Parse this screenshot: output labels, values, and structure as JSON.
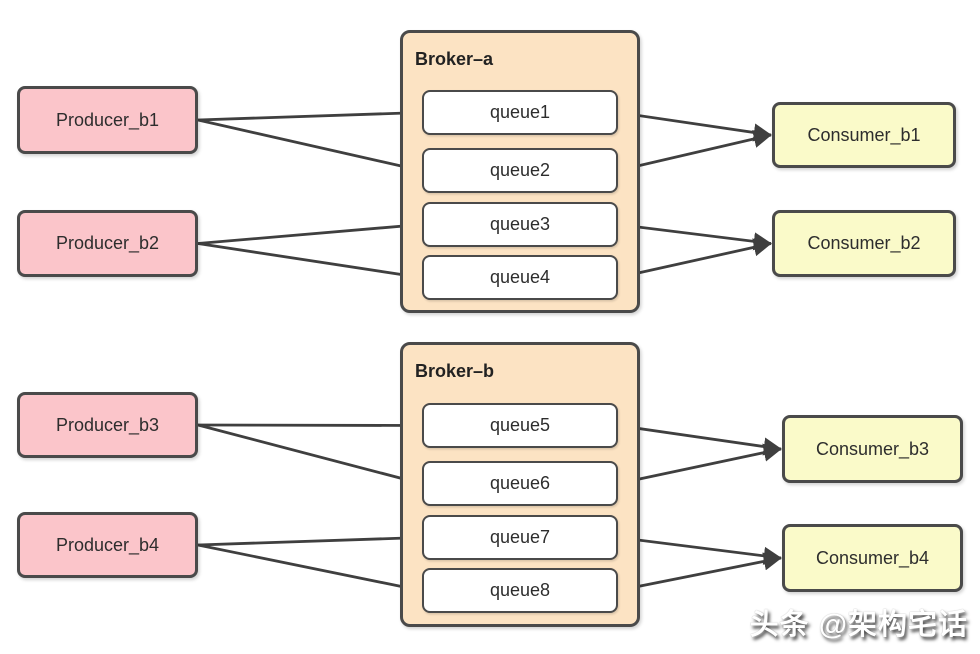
{
  "diagram": {
    "producers": [
      {
        "id": "producer_b1",
        "label": "Producer_b1"
      },
      {
        "id": "producer_b2",
        "label": "Producer_b2"
      },
      {
        "id": "producer_b3",
        "label": "Producer_b3"
      },
      {
        "id": "producer_b4",
        "label": "Producer_b4"
      }
    ],
    "brokers": [
      {
        "id": "broker_a",
        "label": "Broker–a",
        "queues": [
          {
            "id": "queue1",
            "label": "queue1"
          },
          {
            "id": "queue2",
            "label": "queue2"
          },
          {
            "id": "queue3",
            "label": "queue3"
          },
          {
            "id": "queue4",
            "label": "queue4"
          }
        ]
      },
      {
        "id": "broker_b",
        "label": "Broker–b",
        "queues": [
          {
            "id": "queue5",
            "label": "queue5"
          },
          {
            "id": "queue6",
            "label": "queue6"
          },
          {
            "id": "queue7",
            "label": "queue7"
          },
          {
            "id": "queue8",
            "label": "queue8"
          }
        ]
      }
    ],
    "consumers": [
      {
        "id": "consumer_b1",
        "label": "Consumer_b1"
      },
      {
        "id": "consumer_b2",
        "label": "Consumer_b2"
      },
      {
        "id": "consumer_b3",
        "label": "Consumer_b3"
      },
      {
        "id": "consumer_b4",
        "label": "Consumer_b4"
      }
    ],
    "edges": [
      {
        "from": "producer_b1",
        "to": "queue1"
      },
      {
        "from": "producer_b1",
        "to": "queue2"
      },
      {
        "from": "producer_b2",
        "to": "queue3"
      },
      {
        "from": "producer_b2",
        "to": "queue4"
      },
      {
        "from": "producer_b3",
        "to": "queue5"
      },
      {
        "from": "producer_b3",
        "to": "queue6"
      },
      {
        "from": "producer_b4",
        "to": "queue7"
      },
      {
        "from": "producer_b4",
        "to": "queue8"
      },
      {
        "from": "queue1",
        "to": "consumer_b1"
      },
      {
        "from": "queue2",
        "to": "consumer_b1"
      },
      {
        "from": "queue3",
        "to": "consumer_b2"
      },
      {
        "from": "queue4",
        "to": "consumer_b2"
      },
      {
        "from": "queue5",
        "to": "consumer_b3"
      },
      {
        "from": "queue6",
        "to": "consumer_b3"
      },
      {
        "from": "queue7",
        "to": "consumer_b4"
      },
      {
        "from": "queue8",
        "to": "consumer_b4"
      }
    ],
    "colors": {
      "producer_fill": "#fbc5ca",
      "broker_fill": "#fce3c3",
      "queue_fill": "#ffffff",
      "consumer_fill": "#fafac9",
      "border": "#4a4a4a",
      "arrow": "#3f3f3f"
    }
  },
  "watermark": {
    "text": "头条 @架构宅话"
  }
}
